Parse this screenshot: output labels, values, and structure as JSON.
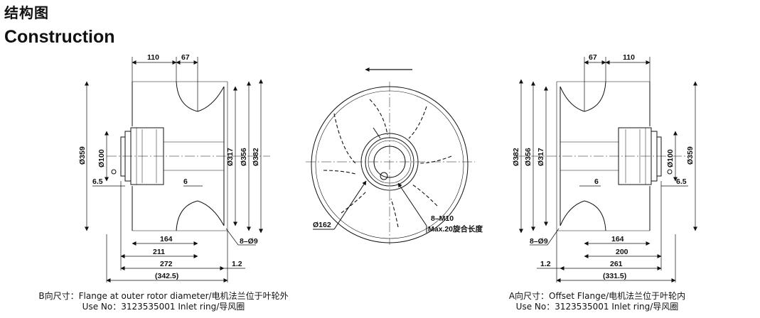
{
  "header": {
    "title_cn": "结构图",
    "title_en": "Construction"
  },
  "left_view": {
    "dims": {
      "top_110": "110",
      "top_67": "67",
      "d359": "Ø359",
      "d100": "Ø100",
      "d317": "Ø317",
      "d356": "Ø356",
      "d382": "Ø382",
      "v65": "6.5",
      "v6": "6",
      "b164": "164",
      "b211": "211",
      "b272": "272",
      "b3425": "(342.5)",
      "b12": "1.2",
      "holes": "8–Ø9"
    },
    "caption_line1": "B向尺寸：Flange at outer rotor diameter/电机法兰位于叶轮外",
    "caption_line2": "Use No：3123535001 Inlet ring/导风圈"
  },
  "front_view": {
    "d162": "Ø162",
    "thread": "8–M10",
    "thread_note": "Max.20旋合长度"
  },
  "right_view": {
    "dims": {
      "top_67": "67",
      "top_110": "110",
      "d382": "Ø382",
      "d356": "Ø356",
      "d317": "Ø317",
      "d100": "Ø100",
      "d359": "Ø359",
      "v6": "6",
      "v65": "6.5",
      "holes": "8–Ø9",
      "b164": "164",
      "b200": "200",
      "b261": "261",
      "b3315": "(331.5)",
      "b12": "1.2"
    },
    "caption_line1": "A向尺寸：Offset Flange/电机法兰位于叶轮内",
    "caption_line2": "Use No：3123535001 Inlet ring/导风圈"
  }
}
